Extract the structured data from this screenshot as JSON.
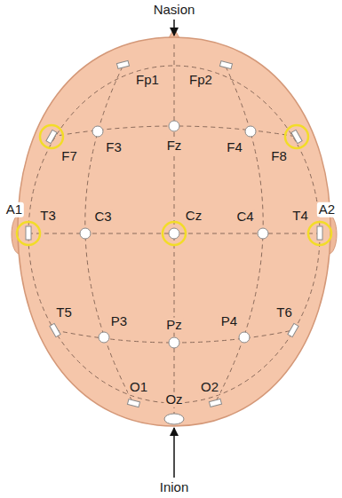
{
  "diagram": {
    "labels": [
      "Nasion",
      "Fp1",
      "Fp2",
      "F7",
      "F3",
      "Fz",
      "F4",
      "F8",
      "A1",
      "T3",
      "C3",
      "Cz",
      "C4",
      "T4",
      "A2",
      "T5",
      "P3",
      "Pz",
      "P4",
      "T6",
      "O1",
      "Oz",
      "O2",
      "Inion"
    ]
  }
}
